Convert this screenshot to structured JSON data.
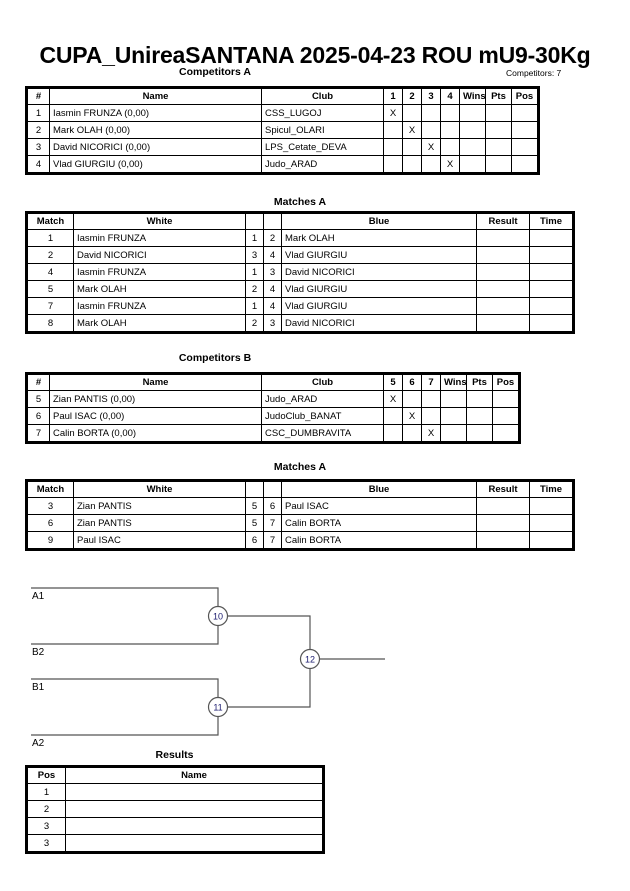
{
  "header": {
    "title": "CUPA_UnireaSANTANA  2025-04-23  ROU   mU9-30Kg",
    "competitors_label": "Competitors: 7"
  },
  "sections": {
    "competitors_a_caption": "Competitors A",
    "matches_a_caption": "Matches A",
    "competitors_b_caption": "Competitors B",
    "matches_b_caption": "Matches A",
    "results_caption": "Results"
  },
  "competitors_headers": {
    "num": "#",
    "name": "Name",
    "club": "Club",
    "wins": "Wins",
    "pts": "Pts",
    "pos": "Pos"
  },
  "matches_headers": {
    "match": "Match",
    "white": "White",
    "blue": "Blue",
    "result": "Result",
    "time": "Time"
  },
  "results_headers": {
    "pos": "Pos",
    "name": "Name"
  },
  "group_a": {
    "opponent_columns": [
      "1",
      "2",
      "3",
      "4"
    ],
    "rows": [
      {
        "num": "1",
        "name": "Iasmin FRUNZA  (0,00)",
        "club": "CSS_LUGOJ",
        "marks": [
          "X",
          "",
          "",
          ""
        ],
        "wins": "",
        "pts": "",
        "pos": ""
      },
      {
        "num": "2",
        "name": "Mark OLAH  (0,00)",
        "club": "Spicul_OLARI",
        "marks": [
          "",
          "X",
          "",
          ""
        ],
        "wins": "",
        "pts": "",
        "pos": ""
      },
      {
        "num": "3",
        "name": "David NICORICI  (0,00)",
        "club": "LPS_Cetate_DEVA",
        "marks": [
          "",
          "",
          "X",
          ""
        ],
        "wins": "",
        "pts": "",
        "pos": ""
      },
      {
        "num": "4",
        "name": "Vlad GIURGIU  (0,00)",
        "club": "Judo_ARAD",
        "marks": [
          "",
          "",
          "",
          "X"
        ],
        "wins": "",
        "pts": "",
        "pos": ""
      }
    ]
  },
  "matches_a": {
    "rows": [
      {
        "match": "1",
        "white": "Iasmin FRUNZA",
        "white_num": "1",
        "blue_num": "2",
        "blue": "Mark OLAH",
        "result": "",
        "time": ""
      },
      {
        "match": "2",
        "white": "David NICORICI",
        "white_num": "3",
        "blue_num": "4",
        "blue": "Vlad GIURGIU",
        "result": "",
        "time": ""
      },
      {
        "match": "4",
        "white": "Iasmin FRUNZA",
        "white_num": "1",
        "blue_num": "3",
        "blue": "David NICORICI",
        "result": "",
        "time": ""
      },
      {
        "match": "5",
        "white": "Mark OLAH",
        "white_num": "2",
        "blue_num": "4",
        "blue": "Vlad GIURGIU",
        "result": "",
        "time": ""
      },
      {
        "match": "7",
        "white": "Iasmin FRUNZA",
        "white_num": "1",
        "blue_num": "4",
        "blue": "Vlad GIURGIU",
        "result": "",
        "time": ""
      },
      {
        "match": "8",
        "white": "Mark OLAH",
        "white_num": "2",
        "blue_num": "3",
        "blue": "David NICORICI",
        "result": "",
        "time": ""
      }
    ]
  },
  "group_b": {
    "opponent_columns": [
      "5",
      "6",
      "7"
    ],
    "rows": [
      {
        "num": "5",
        "name": "Zian PANTIS  (0,00)",
        "club": "Judo_ARAD",
        "marks": [
          "X",
          "",
          ""
        ],
        "wins": "",
        "pts": "",
        "pos": ""
      },
      {
        "num": "6",
        "name": "Paul ISAC  (0,00)",
        "club": "JudoClub_BANAT",
        "marks": [
          "",
          "X",
          ""
        ],
        "wins": "",
        "pts": "",
        "pos": ""
      },
      {
        "num": "7",
        "name": "Calin BORTA  (0,00)",
        "club": "CSC_DUMBRAVITA",
        "marks": [
          "",
          "",
          "X"
        ],
        "wins": "",
        "pts": "",
        "pos": ""
      }
    ]
  },
  "matches_b": {
    "rows": [
      {
        "match": "3",
        "white": "Zian PANTIS",
        "white_num": "5",
        "blue_num": "6",
        "blue": "Paul ISAC",
        "result": "",
        "time": ""
      },
      {
        "match": "6",
        "white": "Zian PANTIS",
        "white_num": "5",
        "blue_num": "7",
        "blue": "Calin BORTA",
        "result": "",
        "time": ""
      },
      {
        "match": "9",
        "white": "Paul ISAC",
        "white_num": "6",
        "blue_num": "7",
        "blue": "Calin BORTA",
        "result": "",
        "time": ""
      }
    ]
  },
  "bracket": {
    "seeds": [
      "A1",
      "B2",
      "B1",
      "A2"
    ],
    "nodes": [
      "10",
      "11",
      "12"
    ]
  },
  "results": {
    "rows": [
      {
        "pos": "1",
        "name": ""
      },
      {
        "pos": "2",
        "name": ""
      },
      {
        "pos": "3",
        "name": ""
      },
      {
        "pos": "3",
        "name": ""
      }
    ]
  }
}
